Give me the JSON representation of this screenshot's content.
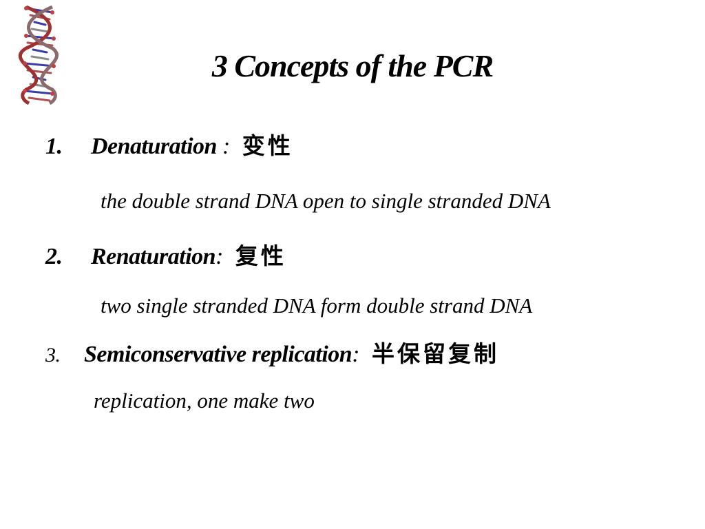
{
  "slide": {
    "title": "3 Concepts of the PCR",
    "logo_icon": "dna-helix-icon",
    "items": [
      {
        "number": "1.",
        "term": "Denaturation",
        "separator": " :",
        "chinese": "变性",
        "description": "the double strand DNA open to single stranded DNA"
      },
      {
        "number": "2.",
        "term": "Renaturation",
        "separator": ":",
        "chinese": "复性",
        "description": "two single stranded DNA form double strand DNA"
      },
      {
        "number": "3.",
        "term": "Semiconservative replication",
        "separator": ":",
        "chinese": "半保留复制",
        "description": "replication, one make two"
      }
    ]
  }
}
